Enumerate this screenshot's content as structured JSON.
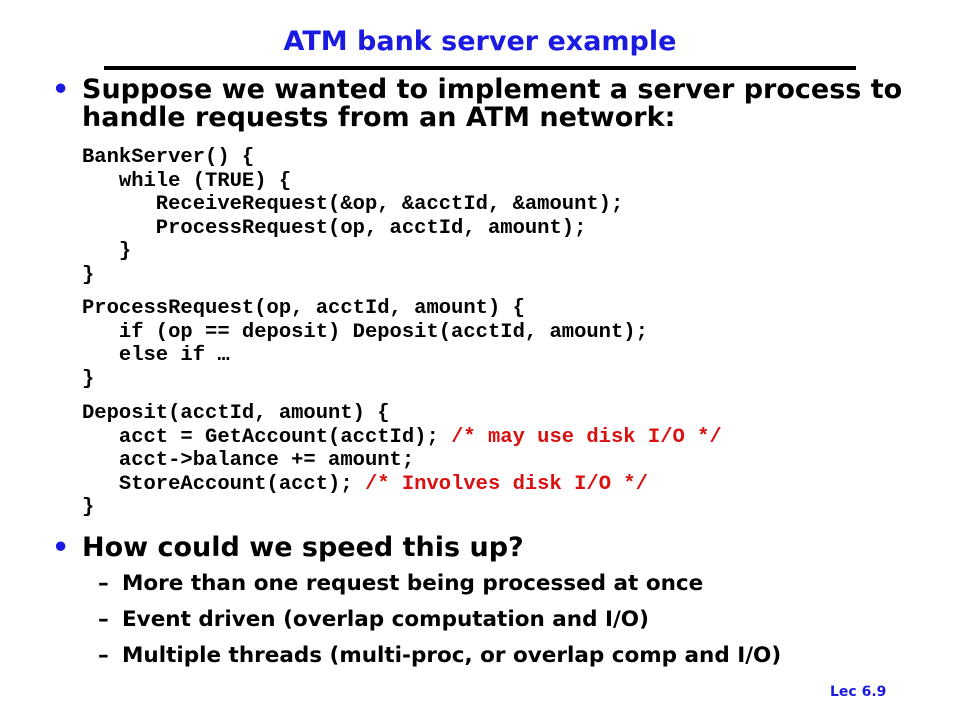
{
  "slide": {
    "title": "ATM bank server example",
    "bullet_1": {
      "glyph": "•",
      "line_1": "Suppose we wanted to implement a server process to",
      "line_2": "handle requests from an ATM network:"
    },
    "code_blocks": [
      {
        "lines": [
          {
            "code": "BankServer() {",
            "comment": ""
          },
          {
            "code": "   while (TRUE) {",
            "comment": ""
          },
          {
            "code": "      ReceiveRequest(&op, &acctId, &amount);",
            "comment": ""
          },
          {
            "code": "      ProcessRequest(op, acctId, amount);",
            "comment": ""
          },
          {
            "code": "   }",
            "comment": ""
          },
          {
            "code": "}",
            "comment": ""
          }
        ]
      },
      {
        "lines": [
          {
            "code": "ProcessRequest(op, acctId, amount) {",
            "comment": ""
          },
          {
            "code": "   if (op == deposit) Deposit(acctId, amount);",
            "comment": ""
          },
          {
            "code": "   else if …",
            "comment": ""
          },
          {
            "code": "}",
            "comment": ""
          }
        ]
      },
      {
        "lines": [
          {
            "code": "Deposit(acctId, amount) {",
            "comment": ""
          },
          {
            "code": "   acct = GetAccount(acctId); ",
            "comment": "/* may use disk I/O */"
          },
          {
            "code": "   acct->balance += amount;",
            "comment": ""
          },
          {
            "code": "   StoreAccount(acct); ",
            "comment": "/* Involves disk I/O */"
          },
          {
            "code": "}",
            "comment": ""
          }
        ]
      }
    ],
    "bullet_2": {
      "glyph": "•",
      "text": "How could we speed this up?"
    },
    "sub_dash": "–",
    "sub_bullets": [
      "More than one request being processed at once",
      "Event driven (overlap computation and I/O)",
      "Multiple threads (multi-proc, or overlap comp and I/O)"
    ],
    "footer": "Lec 6.9",
    "colors": {
      "title": "#1a1ae0",
      "comment": "#d81010",
      "text": "#000000"
    }
  }
}
